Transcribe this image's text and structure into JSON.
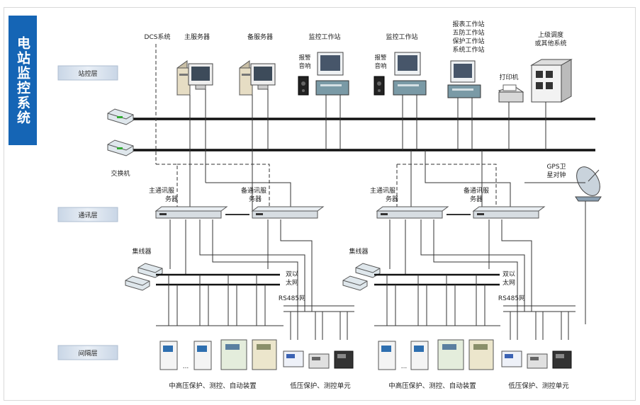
{
  "title": "电站监控系统",
  "layers": {
    "station": "站控层",
    "comm": "通讯层",
    "bay": "间隔层"
  },
  "top_labels": {
    "dcs": "DCS系统",
    "main_server": "主服务器",
    "backup_server": "备服务器",
    "monitor1": "监控工作站",
    "monitor2": "监控工作站",
    "report_lines": [
      "报表工作站",
      "五防工作站",
      "保护工作站",
      "系统工作站"
    ],
    "printer": "打印机",
    "upper_lines": [
      "上级调度",
      "或其他系统"
    ],
    "alarm1_lines": [
      "报警",
      "音响"
    ],
    "alarm2_lines": [
      "报警",
      "音响"
    ]
  },
  "switch_label": "交换机",
  "gps_lines": [
    "GPS卫",
    "星对钟"
  ],
  "comm_labels": {
    "left_main": [
      "主通讯服",
      "务器"
    ],
    "left_backup": [
      "备通讯服",
      "务器"
    ],
    "right_main": [
      "主通讯服",
      "务器"
    ],
    "right_backup": [
      "备通讯服",
      "务器"
    ]
  },
  "hub_label_left": "集线器",
  "hub_label_right": "集线器",
  "dual_eth_left": [
    "双以",
    "太网"
  ],
  "dual_eth_right": [
    "双以",
    "太网"
  ],
  "rs485_left": "RS485网",
  "rs485_right": "RS485网",
  "ellipsis": "...",
  "bottom_labels": {
    "left_mv": "中高压保护、测控、自动装置",
    "left_lv": "低压保护、测控单元",
    "right_mv": "中高压保护、测控、自动装置",
    "right_lv": "低压保护、测控单元"
  }
}
